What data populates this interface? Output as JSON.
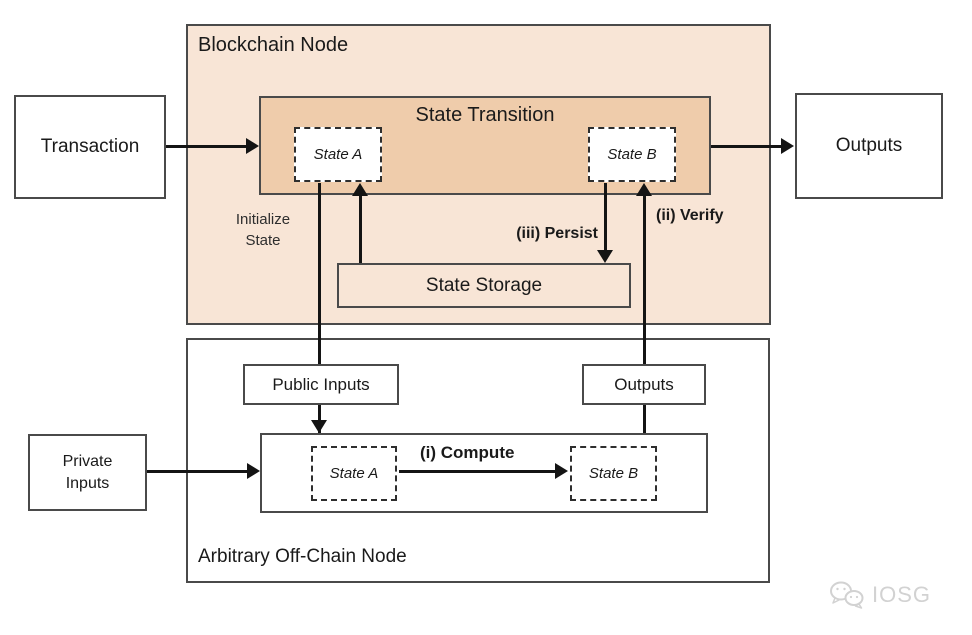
{
  "diagram": {
    "blockchain_node": {
      "label": "Blockchain Node"
    },
    "state_transition": {
      "label": "State Transition",
      "state_a": "State A",
      "state_b": "State B"
    },
    "state_storage": {
      "label": "State Storage"
    },
    "transaction": {
      "label": "Transaction"
    },
    "outputs_top": {
      "label": "Outputs"
    },
    "offchain_node": {
      "label": "Arbitrary Off-Chain Node"
    },
    "public_inputs": {
      "label": "Public Inputs"
    },
    "outputs_offchain": {
      "label": "Outputs"
    },
    "compute_box": {
      "state_a": "State A",
      "state_b": "State B"
    },
    "private_inputs": {
      "label": "Private Inputs"
    },
    "annotations": {
      "initialize": "Initialize State",
      "compute": "(i) Compute",
      "verify": "(ii) Verify",
      "persist": "(iii) Persist"
    },
    "watermark": {
      "label": "IOSG"
    },
    "colors": {
      "node_fill": "#f8e5d6",
      "transition_fill": "#efccab",
      "border": "#4a4a4a",
      "arrow": "#141414",
      "watermark_gray": "#d2d2d2"
    }
  }
}
